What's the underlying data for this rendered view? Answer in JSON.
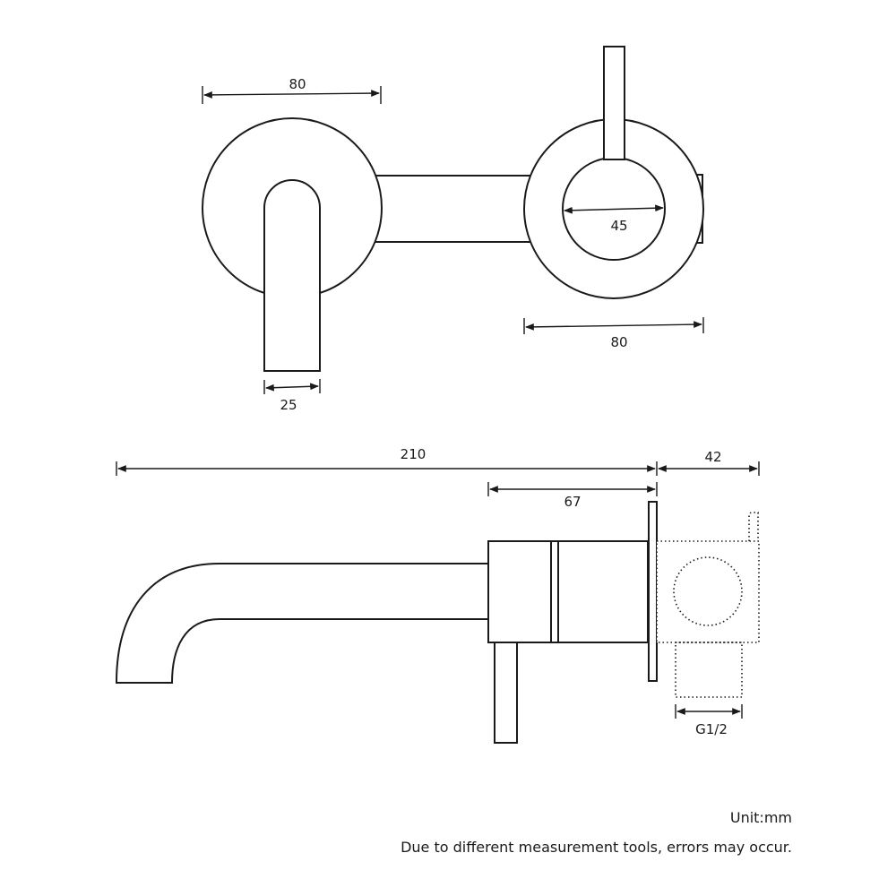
{
  "top_view": {
    "escutcheon_diameter": "80",
    "spout_width": "25",
    "handle_escutcheon_diameter": "80",
    "handle_base_diameter": "45"
  },
  "side_view": {
    "total_length": "210",
    "valve_depth": "42",
    "body_length": "67",
    "thread": "G1/2"
  },
  "notes": {
    "unit": "Unit:mm",
    "disclaimer": "Due to different measurement tools, errors may occur."
  }
}
